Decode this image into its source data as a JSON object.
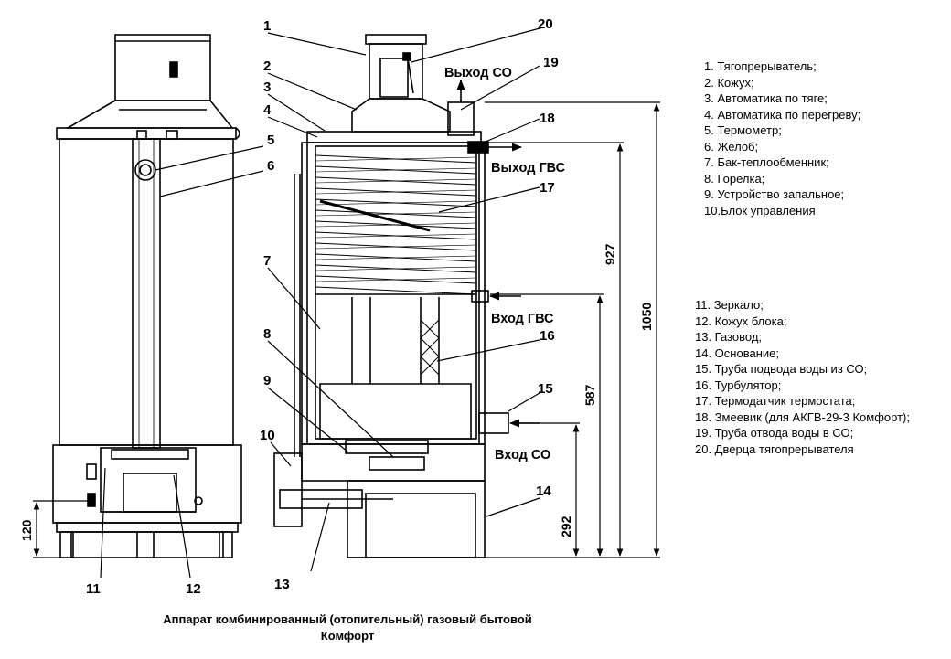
{
  "legend_top": [
    "1. Тягопрерыватель;",
    "2. Кожух;",
    "3. Автоматика по тяге;",
    "4. Автоматика по перегреву;",
    "5. Термометр;",
    "6. Желоб;",
    "7. Бак-теплообменник;",
    "8. Горелка;",
    "9. Устройство запальное;",
    "10.Блок управления"
  ],
  "legend_bottom": [
    "11. Зеркало;",
    "12. Кожух блока;",
    "13. Газовод;",
    "14. Основание;",
    "15. Труба подвода воды из СО;",
    "16. Турбулятор;",
    "17. Термодатчик термостата;",
    "18. Змеевик (для АКГВ-29-3 Комфорт);",
    "19. Труба отвода воды в СО;",
    "20. Дверца тягопрерывателя"
  ],
  "flow_labels": {
    "co_out": "Выход СО",
    "dhw_out": "Выход ГВС",
    "dhw_in": "Вход ГВС",
    "co_in": "Вход СО"
  },
  "dimensions": {
    "d927": "927",
    "d1050": "1050",
    "d587": "587",
    "d292": "292",
    "d120": "120"
  },
  "callouts": {
    "n1": "1",
    "n2": "2",
    "n3": "3",
    "n4": "4",
    "n5": "5",
    "n6": "6",
    "n7": "7",
    "n8": "8",
    "n9": "9",
    "n10": "10",
    "n11": "11",
    "n12": "12",
    "n13": "13",
    "n14": "14",
    "n15": "15",
    "n16": "16",
    "n17": "17",
    "n18": "18",
    "n19": "19",
    "n20": "20"
  },
  "caption": {
    "line1": "Аппарат комбинированный (отопительный) газовый бытовой",
    "line2": "Комфорт"
  }
}
